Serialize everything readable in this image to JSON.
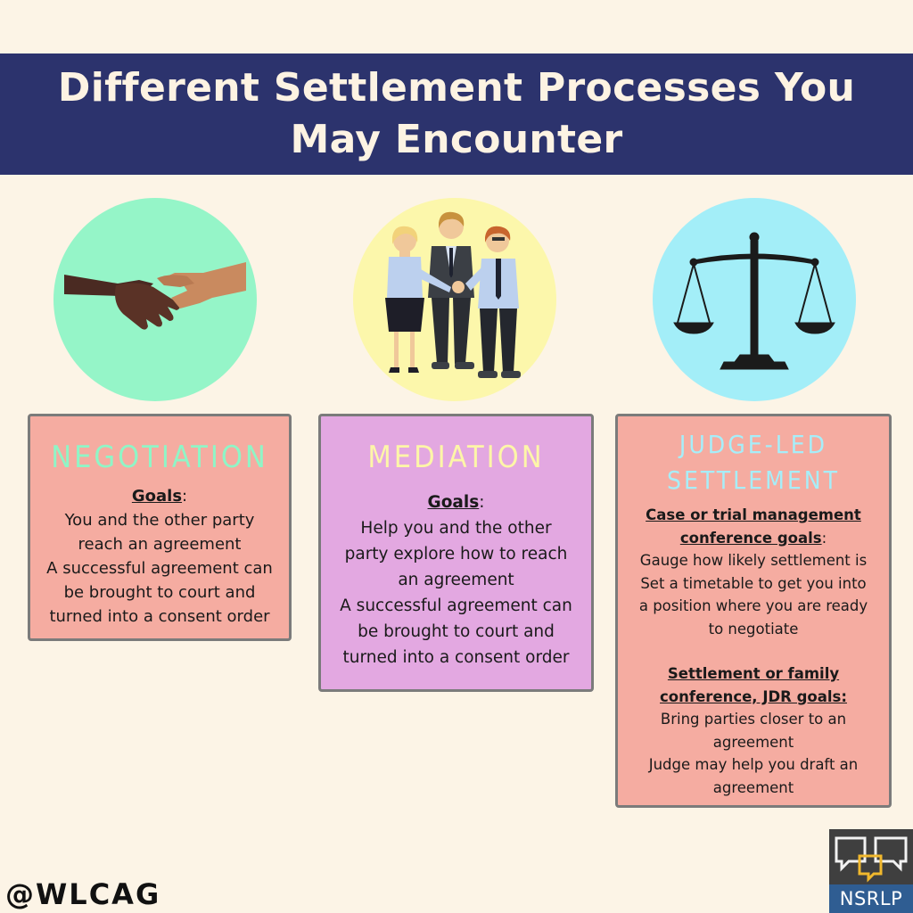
{
  "header": {
    "title": "Different Settlement Processes You May Encounter"
  },
  "colors": {
    "background": "#fcf4e6",
    "banner": "#2c336d",
    "negotiation_circle": "#95f5c8",
    "mediation_circle": "#fcf7ab",
    "judge_circle": "#a3eef8",
    "card_salmon": "#f5aca1",
    "card_purple": "#e3a8e1"
  },
  "icons": {
    "negotiation": "handshake-icon",
    "mediation": "people-group-icon",
    "judge": "scales-of-justice-icon"
  },
  "cards": {
    "negotiation": {
      "title": "NEGOTIATION",
      "goals_label": "Goals",
      "goals_suffix": ":",
      "lines": [
        "You and the other party",
        "reach an agreement",
        "A successful agreement can",
        "be brought to court and",
        "turned into a consent order"
      ]
    },
    "mediation": {
      "title": "MEDIATION",
      "goals_label": "Goals",
      "goals_suffix": ":",
      "lines": [
        "Help you and the other",
        "party explore how to reach",
        "an agreement",
        "A successful agreement can",
        "be brought to court and",
        "turned into a consent order"
      ]
    },
    "judge_led": {
      "title_line1": "JUDGE-LED",
      "title_line2": "SETTLEMENT",
      "section1": {
        "heading_line1": "Case or trial management",
        "heading_line2": "conference goals",
        "heading_suffix": ":",
        "lines": [
          "Gauge how likely settlement is",
          "Set a timetable to get you into",
          "a position where you are ready",
          "to negotiate"
        ]
      },
      "section2": {
        "heading_line1": "Settlement or family",
        "heading_line2": "conference, JDR goals:",
        "lines": [
          "Bring parties closer to an",
          "agreement",
          "Judge may help you draft an",
          "agreement"
        ]
      }
    }
  },
  "footer": {
    "handle": "@WLCAG",
    "logo_text": "NSRLP"
  }
}
